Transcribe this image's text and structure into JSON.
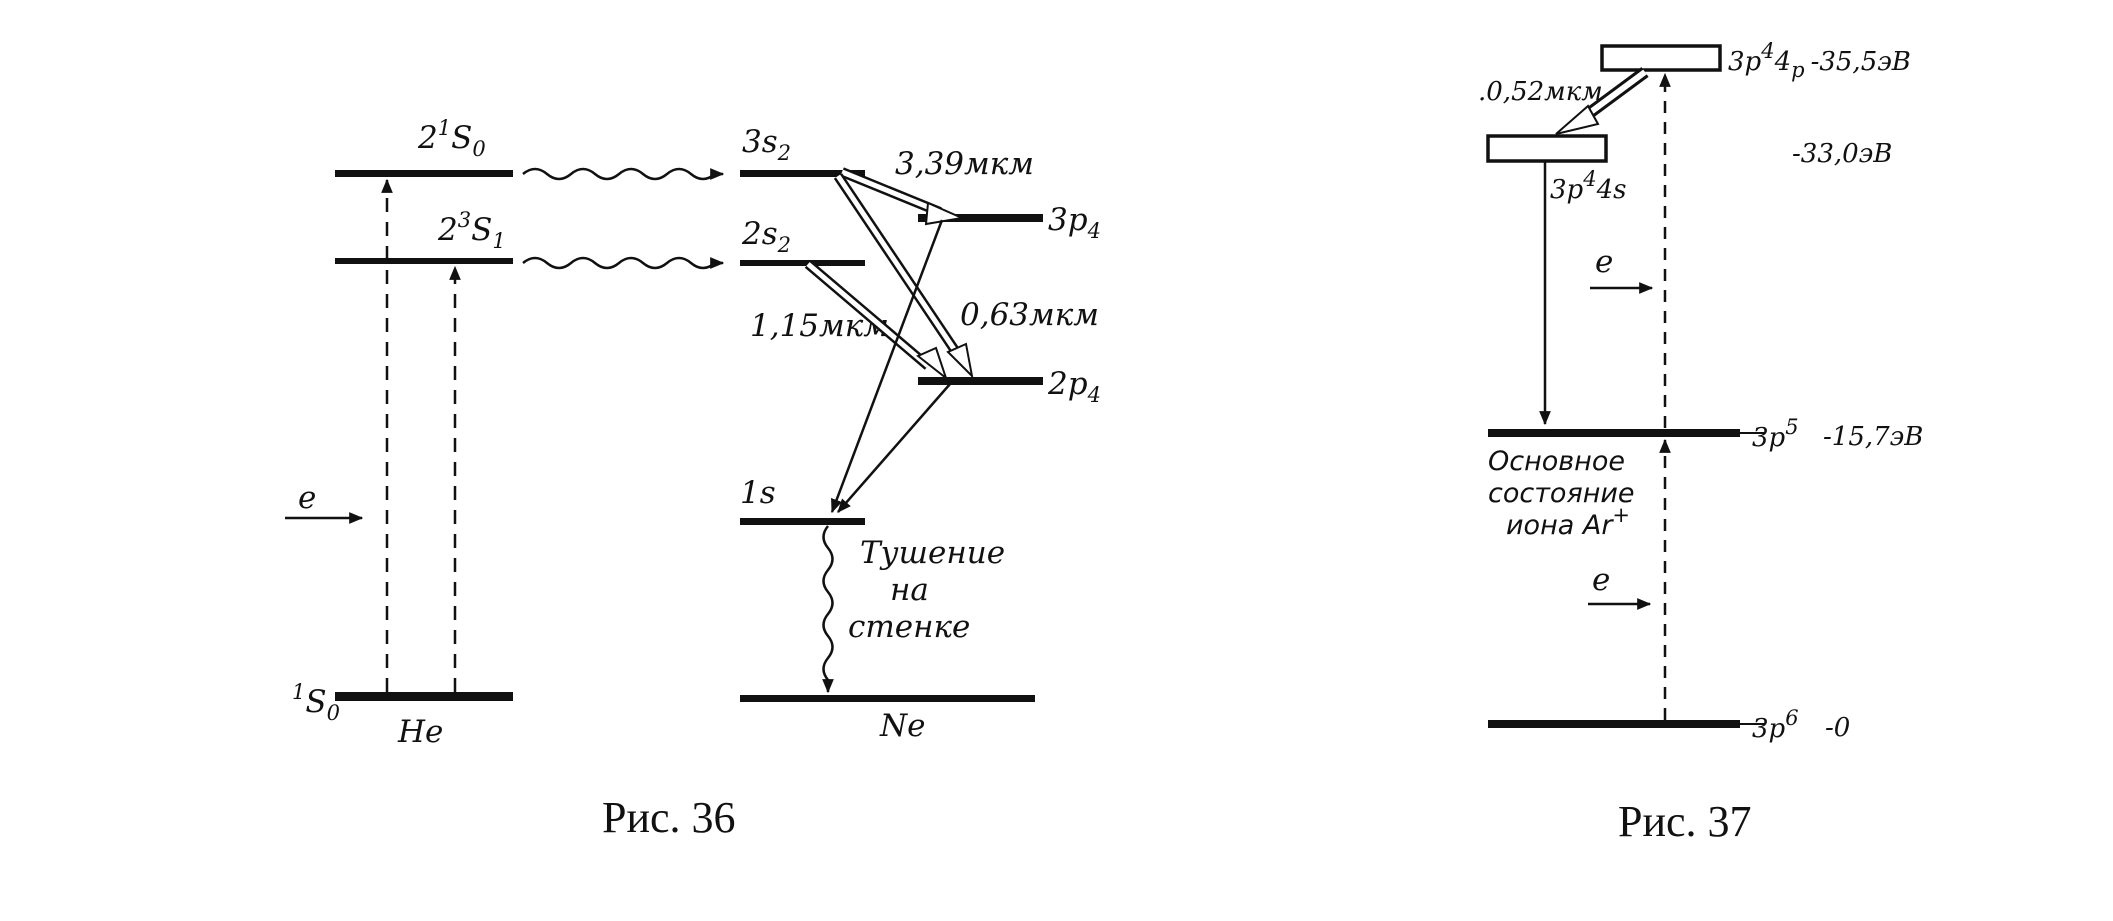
{
  "figure36": {
    "caption": "Рис. 36",
    "he": {
      "name": "He",
      "level_2_1s0": {
        "main": "2",
        "sup": "1",
        "letter": "S",
        "sub": "0"
      },
      "level_2_3s1": {
        "main": "2",
        "sup": "3",
        "letter": "S",
        "sub": "1"
      },
      "level_1s0": {
        "sup": "1",
        "letter": "S",
        "sub": "0"
      },
      "electron": "e"
    },
    "ne": {
      "name": "Ne",
      "level_3s2": {
        "main": "3s",
        "sub": "2"
      },
      "level_2s2": {
        "main": "2s",
        "sub": "2"
      },
      "level_3p4": {
        "main": "3p",
        "sub": "4"
      },
      "level_2p4": {
        "main": "2p",
        "sub": "4"
      },
      "level_1s": "1s",
      "wl_339": "3,39мкм",
      "wl_063": "0,63мкм",
      "wl_115": "1,15мкм",
      "quench_1": "Тушение",
      "quench_2": "на",
      "quench_3": "стенке"
    }
  },
  "figure37": {
    "caption": "Рис. 37",
    "upper": {
      "main": "3p",
      "sup": "4",
      "rest": "4",
      "sub": "p",
      "energy": "-35,5эВ"
    },
    "middle": {
      "main": "3p",
      "sup": "4",
      "rest": "4s",
      "energy": "-33,0эВ"
    },
    "ion": {
      "main": "3p",
      "sup": "5",
      "energy": "-15,7эВ"
    },
    "ground": {
      "main": "3p",
      "sup": "6",
      "energy": "-0"
    },
    "wavelength": ".0,52мкм",
    "electron_1": "e",
    "electron_2": "e",
    "ion_label_1": "Основное",
    "ion_label_2": "состояние",
    "ion_label_3": "иона Ar",
    "ion_label_sup": "+"
  }
}
